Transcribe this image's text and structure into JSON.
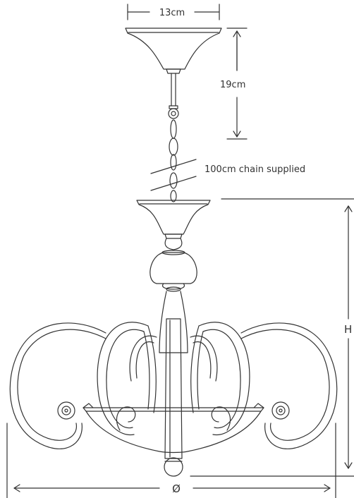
{
  "dimensions": {
    "canopy_width": "13cm",
    "drop_height": "19cm",
    "chain_note": "100cm chain supplied",
    "height_symbol": "H",
    "diameter_symbol": "Ø"
  },
  "colors": {
    "line": "#333333",
    "background": "#ffffff"
  }
}
